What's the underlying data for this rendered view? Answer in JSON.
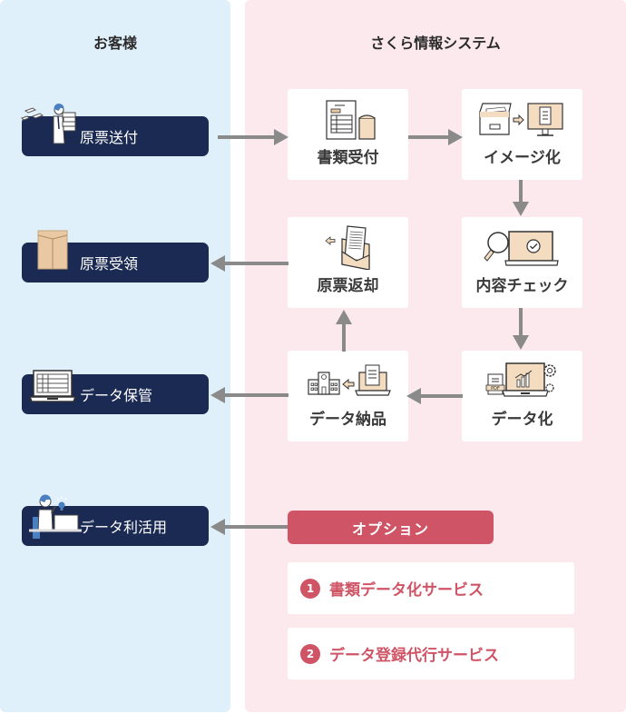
{
  "columns": {
    "customer": "お客様",
    "system": "さくら情報システム"
  },
  "customer_steps": [
    {
      "label": "原票送付",
      "icon": "person-carrying-documents-icon"
    },
    {
      "label": "原票受領",
      "icon": "envelope-icon"
    },
    {
      "label": "データ保管",
      "icon": "laptop-spreadsheet-icon"
    },
    {
      "label": "データ利活用",
      "icon": "person-at-laptop-idea-icon"
    }
  ],
  "system_steps": [
    {
      "label": "書類受付",
      "icon": "document-envelope-icon"
    },
    {
      "label": "イメージ化",
      "icon": "scanner-to-monitor-icon"
    },
    {
      "label": "内容チェック",
      "icon": "magnifier-laptop-check-icon"
    },
    {
      "label": "データ化",
      "icon": "pdf-laptop-chart-gear-icon"
    },
    {
      "label": "データ納品",
      "icon": "building-laptop-icon"
    },
    {
      "label": "原票返却",
      "icon": "open-envelope-letter-icon"
    }
  ],
  "options": {
    "header": "オプション",
    "items": [
      {
        "number": "1",
        "label": "書類データ化サービス"
      },
      {
        "number": "2",
        "label": "データ登録代行サービス"
      }
    ]
  },
  "colors": {
    "customer_panel": "#e0f0fa",
    "system_panel": "#fbe9ee",
    "navy": "#1b2a52",
    "accent_red": "#cf5566",
    "arrow_gray": "#8a8a8a",
    "icon_beige": "#f3dcc0"
  }
}
